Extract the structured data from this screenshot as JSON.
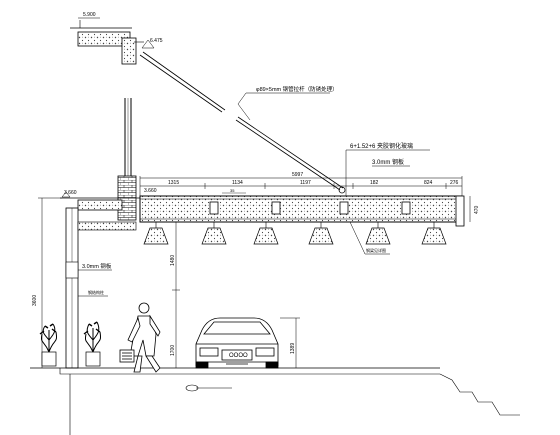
{
  "elevations": {
    "top_floor": "5.900",
    "top_ledge": "6.475",
    "left_ledge": "3.660",
    "beam_level": "3.660"
  },
  "callouts": {
    "tie_rod": "φ89×5mm 钢管拉杆（防锈处理）",
    "glass": "6+1.52+6 夹胶钢化玻璃",
    "plate_top": "3.0mm 钢板",
    "plate_left": "3.0mm 钢板",
    "column_note": "钢结构柱",
    "beam_note": "钢梁见详图"
  },
  "dimensions": {
    "overall": "5997",
    "segments": [
      "1315",
      "1134",
      "1197",
      "182",
      "824",
      "276"
    ],
    "small": "35",
    "depth": "470",
    "height_total": "3600",
    "height_lamp": "1480",
    "height_clear": "1700",
    "height_car": "1389"
  },
  "car_badge": "OOOO"
}
